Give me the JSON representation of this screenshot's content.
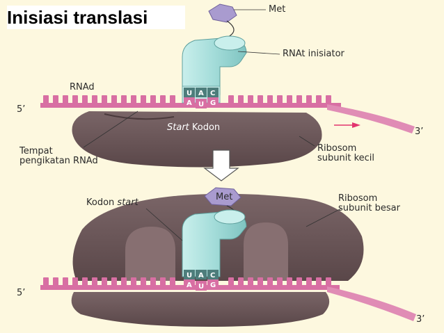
{
  "title": "Inisiasi translasi",
  "panel_top": {
    "met_label": "Met",
    "trna_label": "RNAt inisiator",
    "mrna_label": "RNAd",
    "five_prime": "5’",
    "three_prime": "3’",
    "start_codon_italic": "Start",
    "start_codon_rest": " Kodon",
    "binding_site_line1": "Tempat",
    "binding_site_line2": "pengikatan RNAd",
    "small_subunit_line1": "Ribosom",
    "small_subunit_line2": "subunit kecil",
    "anticodon": [
      "U",
      "A",
      "C"
    ],
    "codon": [
      "A",
      "U",
      "G"
    ]
  },
  "panel_bottom": {
    "met_label": "Met",
    "kodon_start_plain": "Kodon ",
    "kodon_start_italic": "start",
    "large_subunit_line1": "Ribosom",
    "large_subunit_line2": "subunit besar",
    "five_prime": "5’",
    "three_prime": "3’",
    "anticodon": [
      "U",
      "A",
      "C"
    ],
    "codon": [
      "A",
      "U",
      "G"
    ]
  },
  "colors": {
    "ribosome": "#6a5658",
    "ribosome_light": "#8a7476",
    "trna": "#9fd9d6",
    "met": "#a99bcf",
    "mrna": "#d86fa3",
    "arrow": "#e2346f"
  }
}
